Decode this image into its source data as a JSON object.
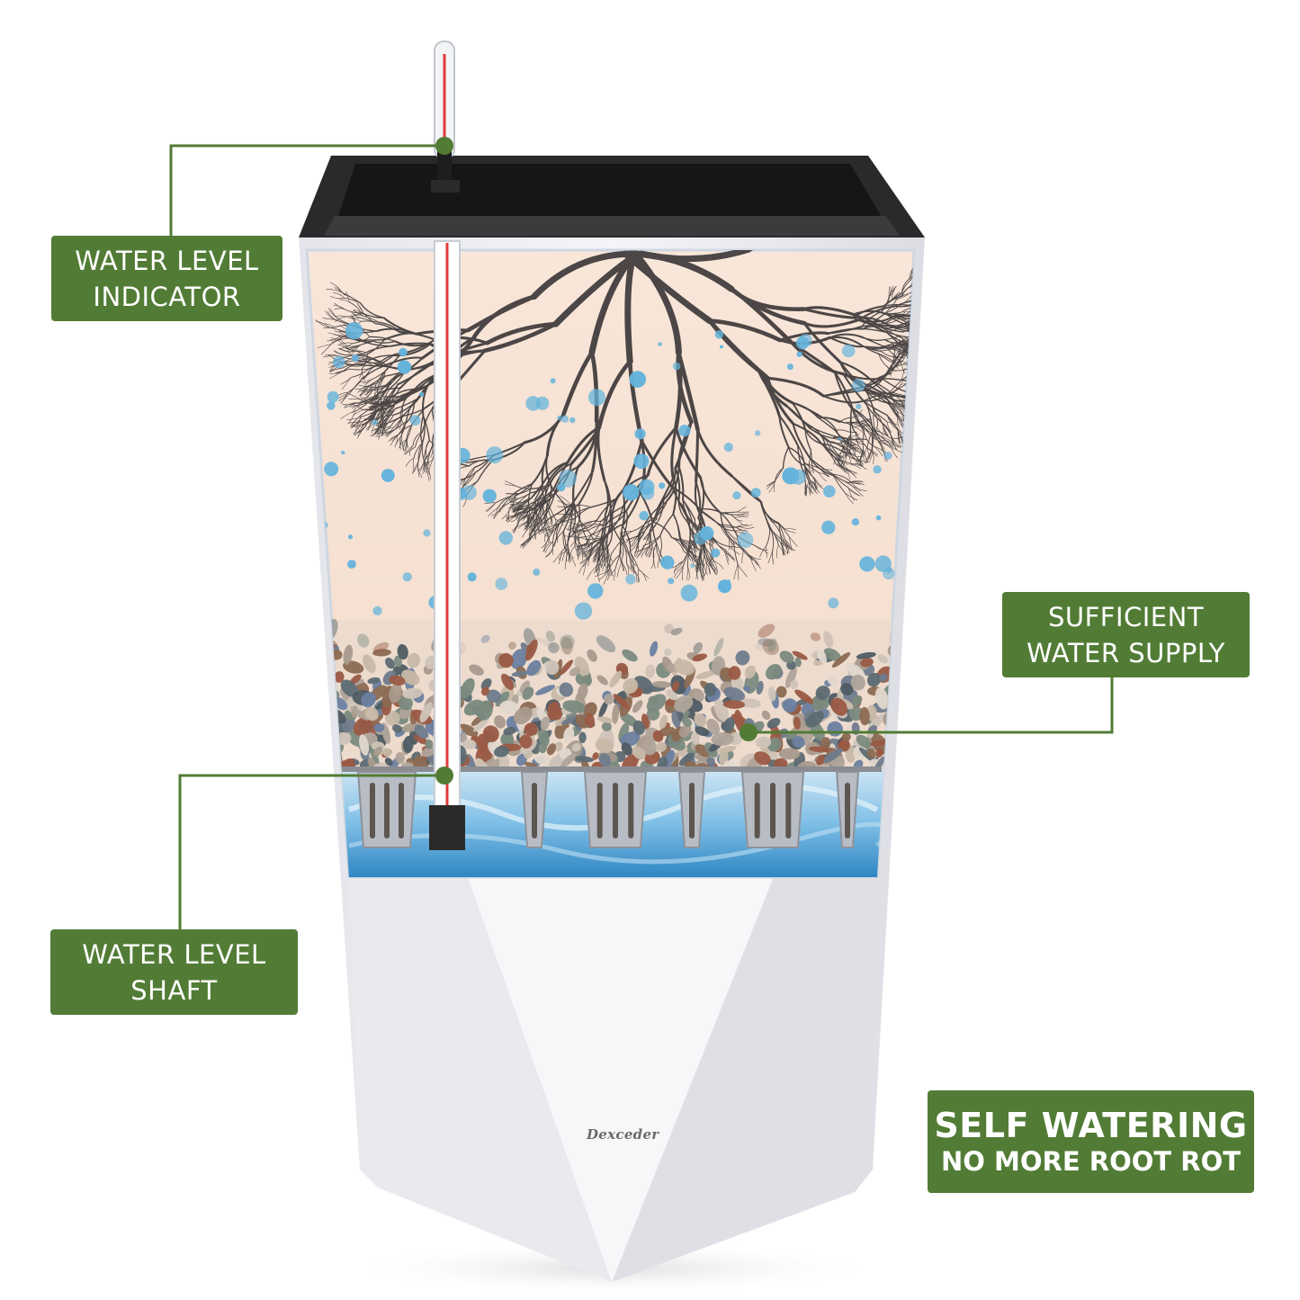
{
  "labels": {
    "water_level_indicator": [
      "WATER LEVEL",
      "INDICATOR"
    ],
    "sufficient_water_supply": [
      "SUFFICIENT",
      "WATER SUPPLY"
    ],
    "water_level_shaft": [
      "WATER LEVEL",
      "SHAFT"
    ]
  },
  "promo": {
    "headline": "SELF WATERING",
    "subline": "NO MORE ROOT ROT"
  },
  "brand": "Dexceder",
  "colors": {
    "label_green": "#527c35",
    "leader_line": "#527c35",
    "water_blue": "#5aa8d8",
    "pot_white": "#eeeff3",
    "soil_background": "#f6e3d6"
  },
  "icons": [
    "water-level-gauge-icon",
    "root-icon",
    "gravel-icon",
    "wick-basket-icon",
    "water-icon"
  ]
}
